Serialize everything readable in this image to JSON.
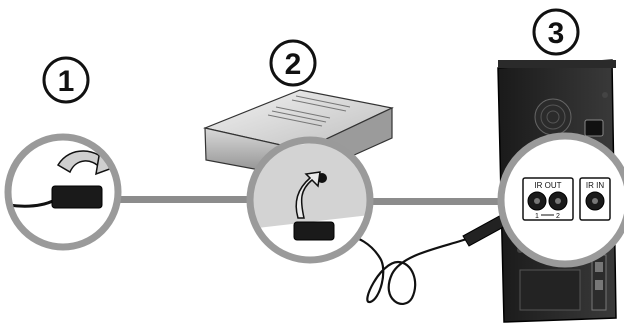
{
  "steps": [
    {
      "number": "1"
    },
    {
      "number": "2"
    },
    {
      "number": "3"
    }
  ],
  "ports": {
    "ir_out_label": "IR OUT",
    "ir_out_port_1": "1",
    "ir_out_port_2": "2",
    "ir_in_label": "IR IN"
  },
  "colors": {
    "outline": "#111111",
    "callout_ring": "#9a9a9a",
    "connector_line": "#8c8c8c",
    "device_light": "#e4e4e4",
    "device_dark": "#7a7a7a"
  }
}
